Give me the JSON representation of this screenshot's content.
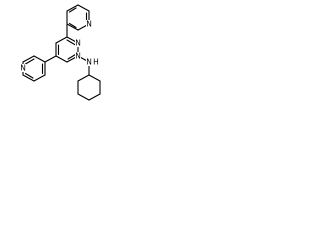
{
  "structure": {
    "atom_labels": {
      "pyridinyl_2_n": "N",
      "pyrimidine_n3": "N",
      "pyrimidine_n1": "N",
      "pyridinyl_4_n": "N",
      "amine_n": "N",
      "amine_h": "H"
    }
  },
  "colors": {
    "bond": "#000000",
    "text": "#000000",
    "background": "#ffffff"
  }
}
